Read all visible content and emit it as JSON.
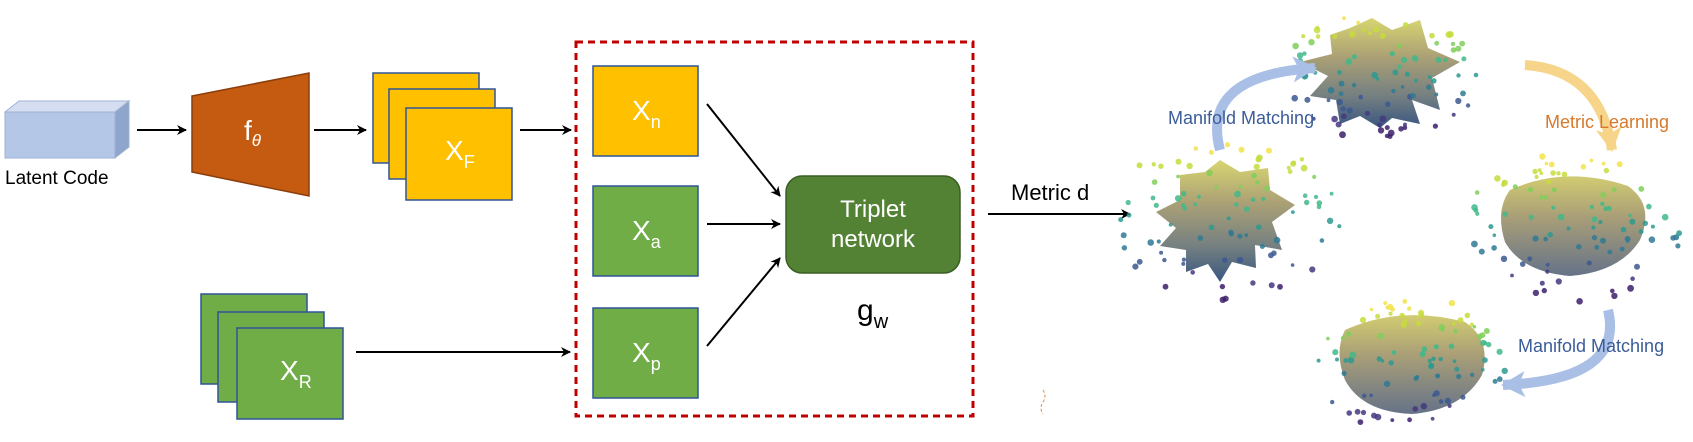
{
  "latent": {
    "label": "Latent Code"
  },
  "generator": {
    "symbol": "f",
    "sub": "θ"
  },
  "fake_stack": {
    "symbol": "X",
    "sub": "F"
  },
  "real_stack": {
    "symbol": "X",
    "sub": "R"
  },
  "triplet_inputs": [
    {
      "symbol": "X",
      "sub": "n"
    },
    {
      "symbol": "X",
      "sub": "a"
    },
    {
      "symbol": "X",
      "sub": "p"
    }
  ],
  "triplet_net": {
    "line1": "Triplet",
    "line2": "network"
  },
  "gw": {
    "symbol": "g",
    "sub": "w"
  },
  "metric": {
    "label": "Metric d"
  },
  "cycle": {
    "top_left": "Manifold Matching",
    "top_right": "Metric Learning",
    "bottom_right": "Manifold Matching"
  },
  "colors": {
    "latent": "#b4c7e7",
    "generator": "#c55a11",
    "fake": "#ffc000",
    "real": "#70ad47",
    "network": "#548235",
    "dashed_box": "#c00000",
    "border": "#2f5597",
    "manifold_text": "#3b5c99",
    "metric_text": "#d7782a"
  }
}
